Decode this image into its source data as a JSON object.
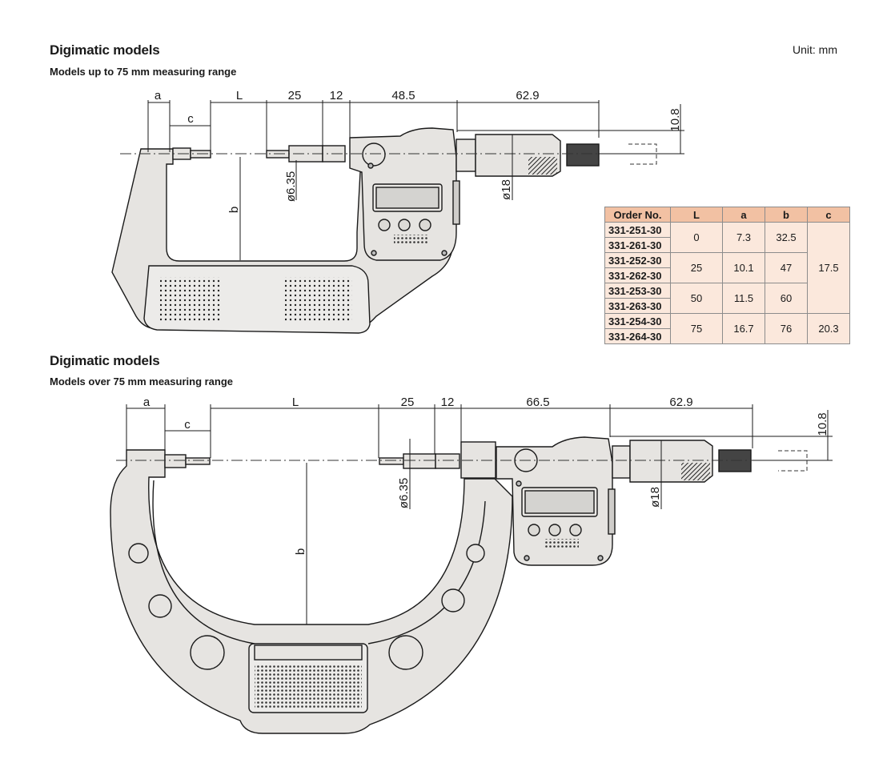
{
  "top": {
    "title": "Digimatic models",
    "subtitle": "Models up to 75 mm measuring range",
    "unit": "Unit: mm",
    "dims": {
      "a": "a",
      "c": "c",
      "L": "L",
      "d25": "25",
      "d12": "12",
      "d485": "48.5",
      "d629": "62.9",
      "d108": "10.8",
      "b": "b",
      "d635": "ø6.35",
      "d18": "ø18"
    }
  },
  "table": {
    "headers": [
      "Order No.",
      "L",
      "a",
      "b",
      "c"
    ],
    "rows": [
      {
        "orders": [
          "331-251-30",
          "331-261-30"
        ],
        "L": "0",
        "a": "7.3",
        "b": "32.5"
      },
      {
        "orders": [
          "331-252-30",
          "331-262-30"
        ],
        "L": "25",
        "a": "10.1",
        "b": "47"
      },
      {
        "orders": [
          "331-253-30",
          "331-263-30"
        ],
        "L": "50",
        "a": "11.5",
        "b": "60"
      },
      {
        "orders": [
          "331-254-30",
          "331-264-30"
        ],
        "L": "75",
        "a": "16.7",
        "b": "76",
        "c": "20.3"
      }
    ],
    "c_shared": "17.5"
  },
  "bottom": {
    "title": "Digimatic models",
    "subtitle": "Models over 75 mm measuring range",
    "dims": {
      "a": "a",
      "c": "c",
      "L": "L",
      "d25": "25",
      "d12": "12",
      "d665": "66.5",
      "d629": "62.9",
      "d108": "10.8",
      "b": "b",
      "d635": "ø6.35",
      "d18": "ø18"
    }
  },
  "colors": {
    "body": "#e6e4e1",
    "outline": "#1a1a1a",
    "table_header": "#f2c1a3",
    "table_body": "#fbe8dc"
  }
}
